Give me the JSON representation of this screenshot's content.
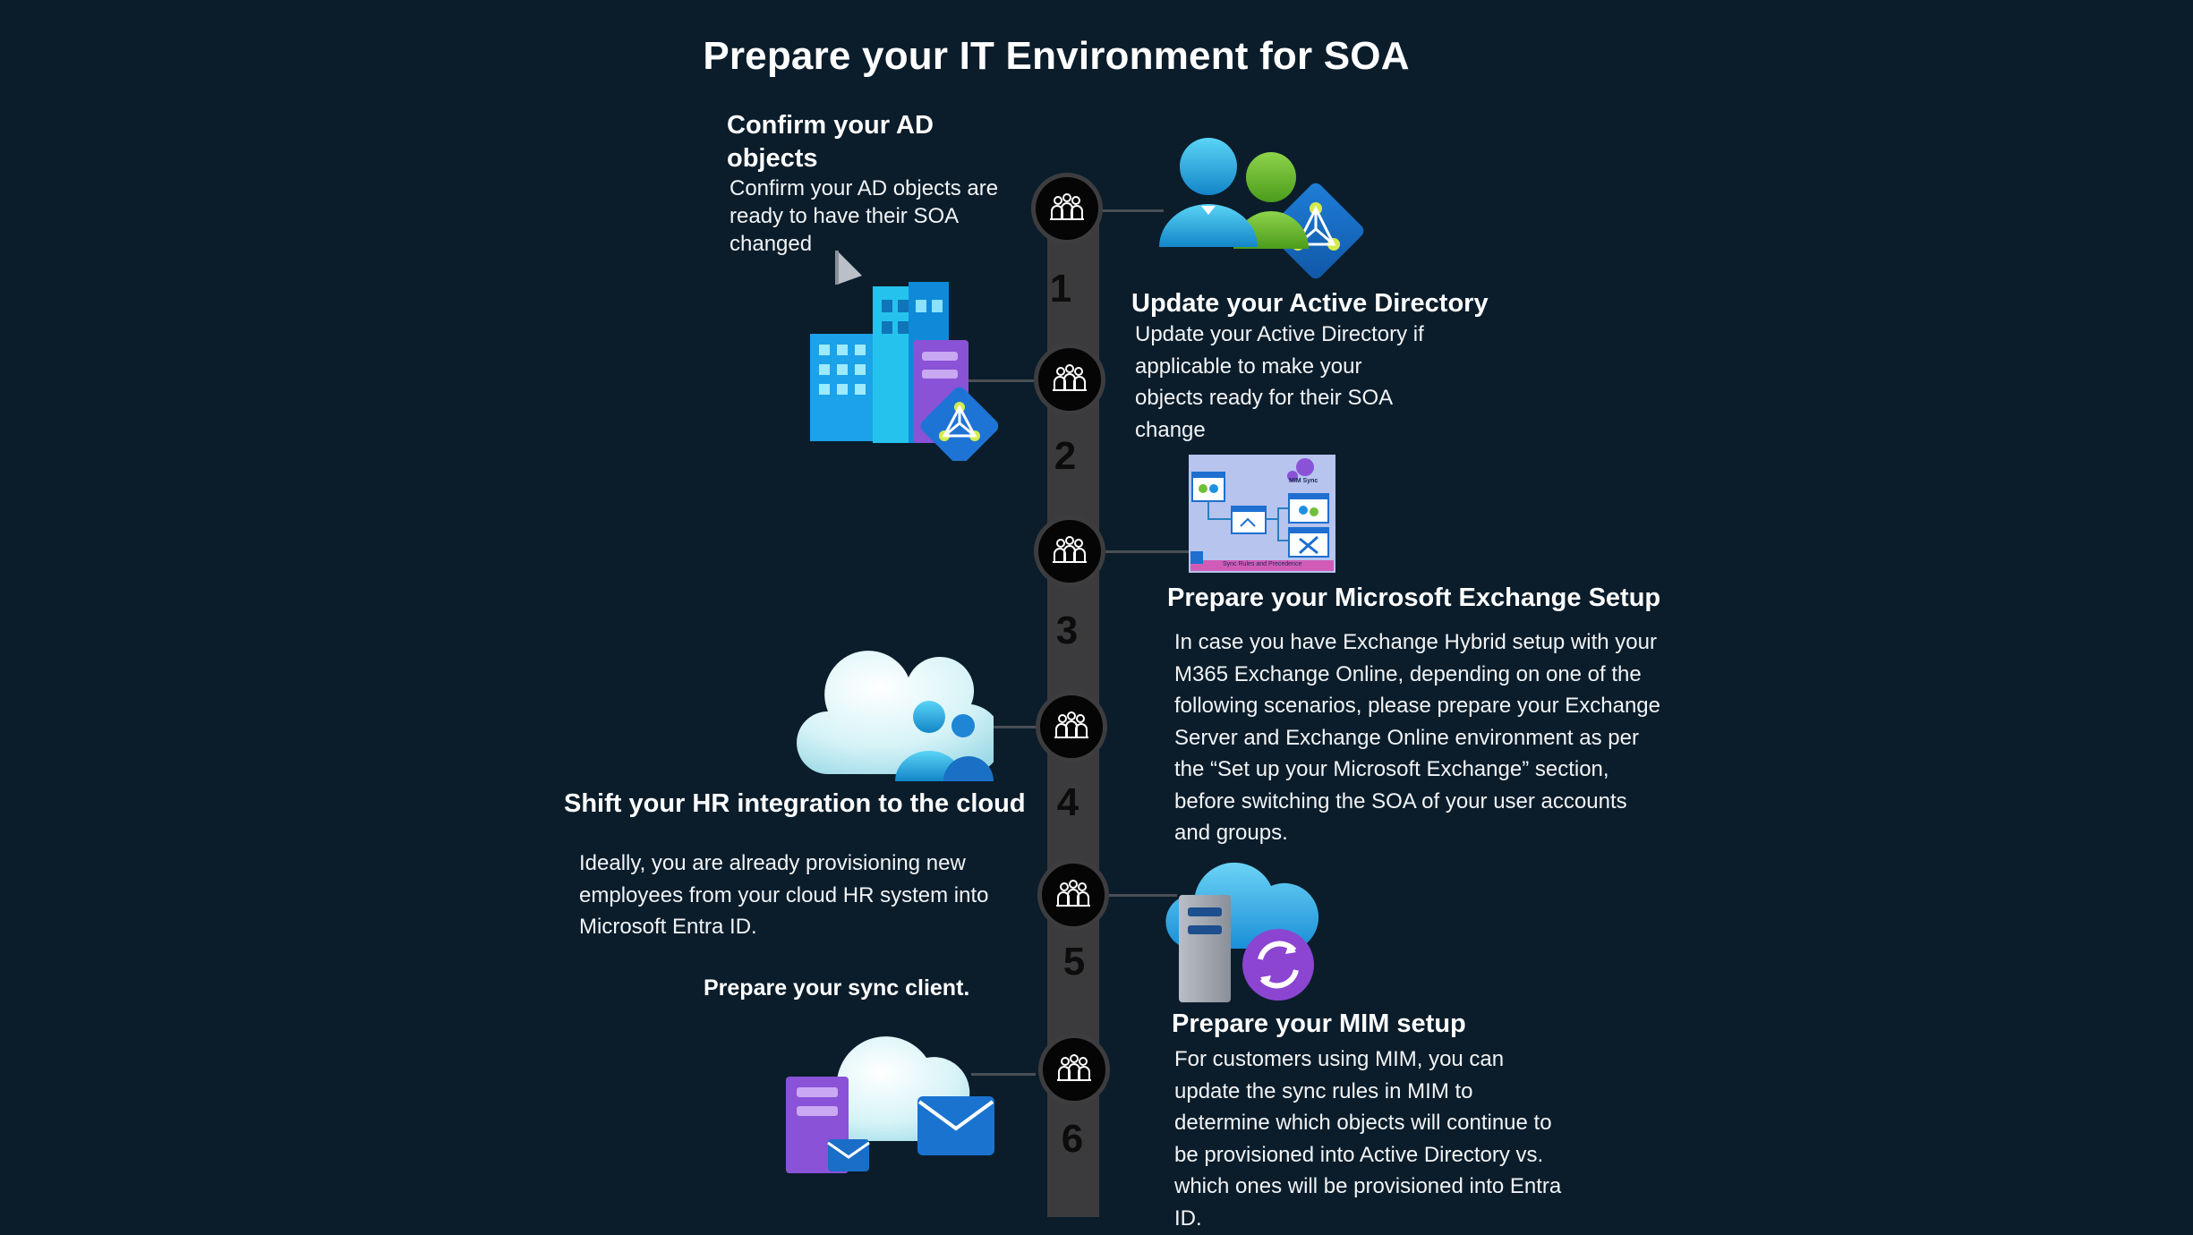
{
  "title": "Prepare your IT Environment for SOA",
  "steps": [
    {
      "number": "1",
      "heading": "Confirm your AD objects",
      "body": "Confirm your AD objects are ready to have their SOA changed"
    },
    {
      "number": "2",
      "heading": "Update your Active Directory",
      "body": "Update your Active Directory if applicable to make your objects ready for their SOA change"
    },
    {
      "number": "3",
      "heading": "Prepare your Microsoft Exchange Setup",
      "body": "In case you have Exchange Hybrid setup with your M365 Exchange Online, depending on one of the following scenarios, please prepare your Exchange Server and Exchange Online environment as per the “Set up your Microsoft Exchange” section, before switching the SOA of your user accounts and groups."
    },
    {
      "number": "4",
      "heading": "Shift your HR integration to the cloud",
      "body": "Ideally, you are already provisioning new employees from your cloud HR system into Microsoft Entra ID."
    },
    {
      "number": "5",
      "heading": "Prepare your MIM setup",
      "body": "For customers using MIM, you can update the sync rules in MIM to determine which objects will continue to be provisioned into Active Directory vs. which ones will be provisioned into Entra ID."
    },
    {
      "number": "6",
      "heading": "Prepare your sync client.",
      "body": ""
    }
  ],
  "diagram_labels": {
    "mim_title": "MIM Sync",
    "mim_footer": "Sync Rules and Precedence"
  },
  "icons": [
    "users-directory-icon",
    "building-directory-icon",
    "mim-sync-diagram-icon",
    "cloud-users-icon",
    "cloud-server-sync-icon",
    "cloud-server-mail-icon"
  ]
}
